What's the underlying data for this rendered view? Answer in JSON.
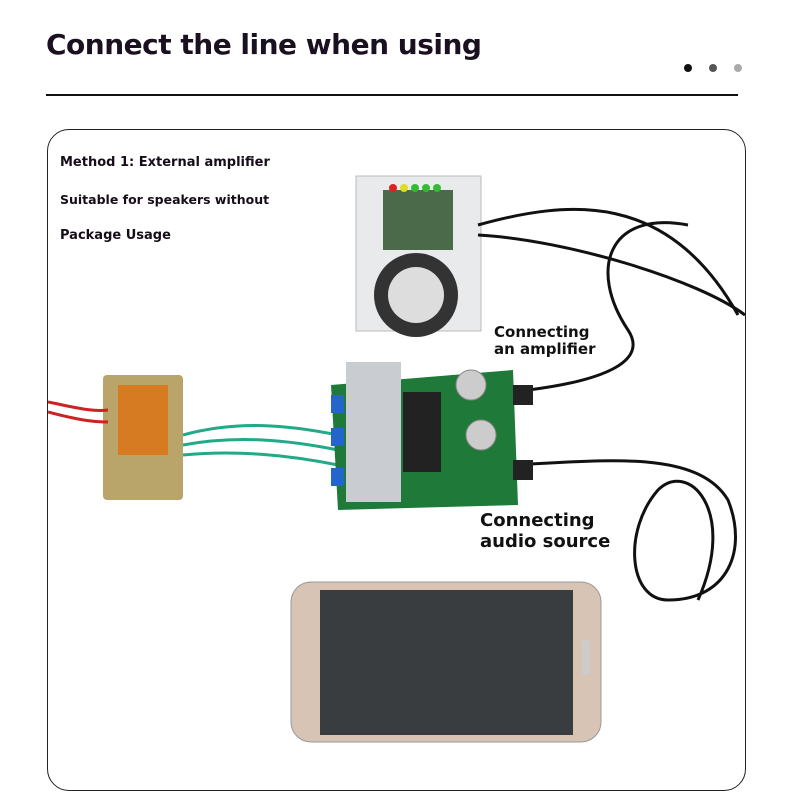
{
  "header": {
    "title": "Connect the line when using"
  },
  "pager": {
    "dots": [
      "#111111",
      "#555555",
      "#aaaaaa"
    ]
  },
  "panel": {
    "method": "Method 1: External amplifier",
    "line2": "Suitable for speakers without",
    "line3": "Package Usage",
    "label_amp": [
      "Connecting",
      "an amplifier"
    ],
    "label_source": [
      "Connecting",
      "audio source"
    ]
  }
}
